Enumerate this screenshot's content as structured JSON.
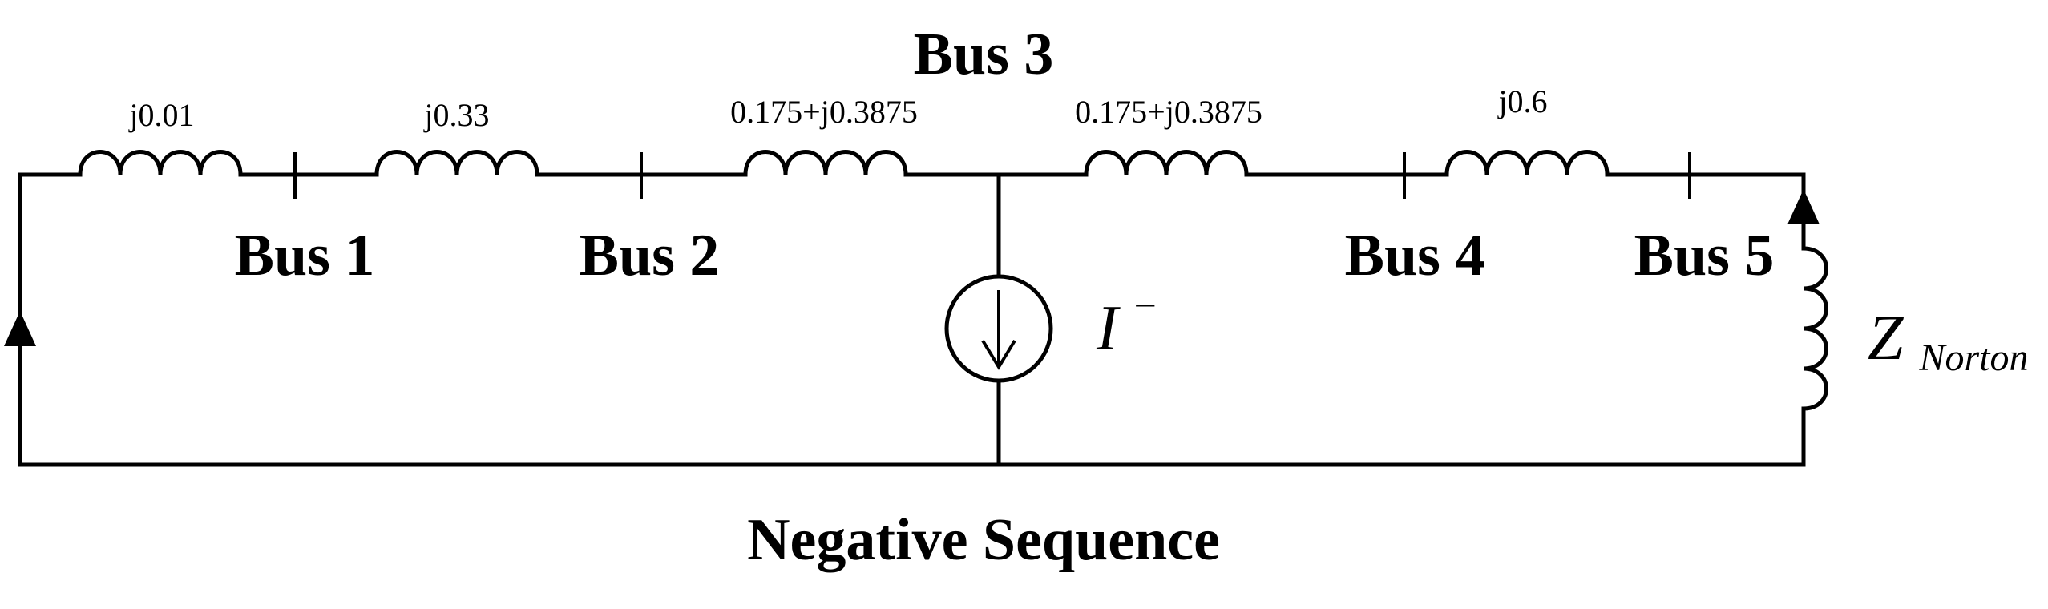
{
  "title": "Negative Sequence",
  "impedances": {
    "z1": "j0.01",
    "z2": "j0.33",
    "z3": "0.175+j0.3875",
    "z4": "0.175+j0.3875",
    "z5": "j0.6"
  },
  "buses": {
    "bus1": "Bus 1",
    "bus2": "Bus 2",
    "bus3": "Bus 3",
    "bus4": "Bus 4",
    "bus5": "Bus 5"
  },
  "source": {
    "symbol": "I",
    "superscript": "−"
  },
  "norton": {
    "symbol": "Z",
    "subscript": "Norton"
  }
}
